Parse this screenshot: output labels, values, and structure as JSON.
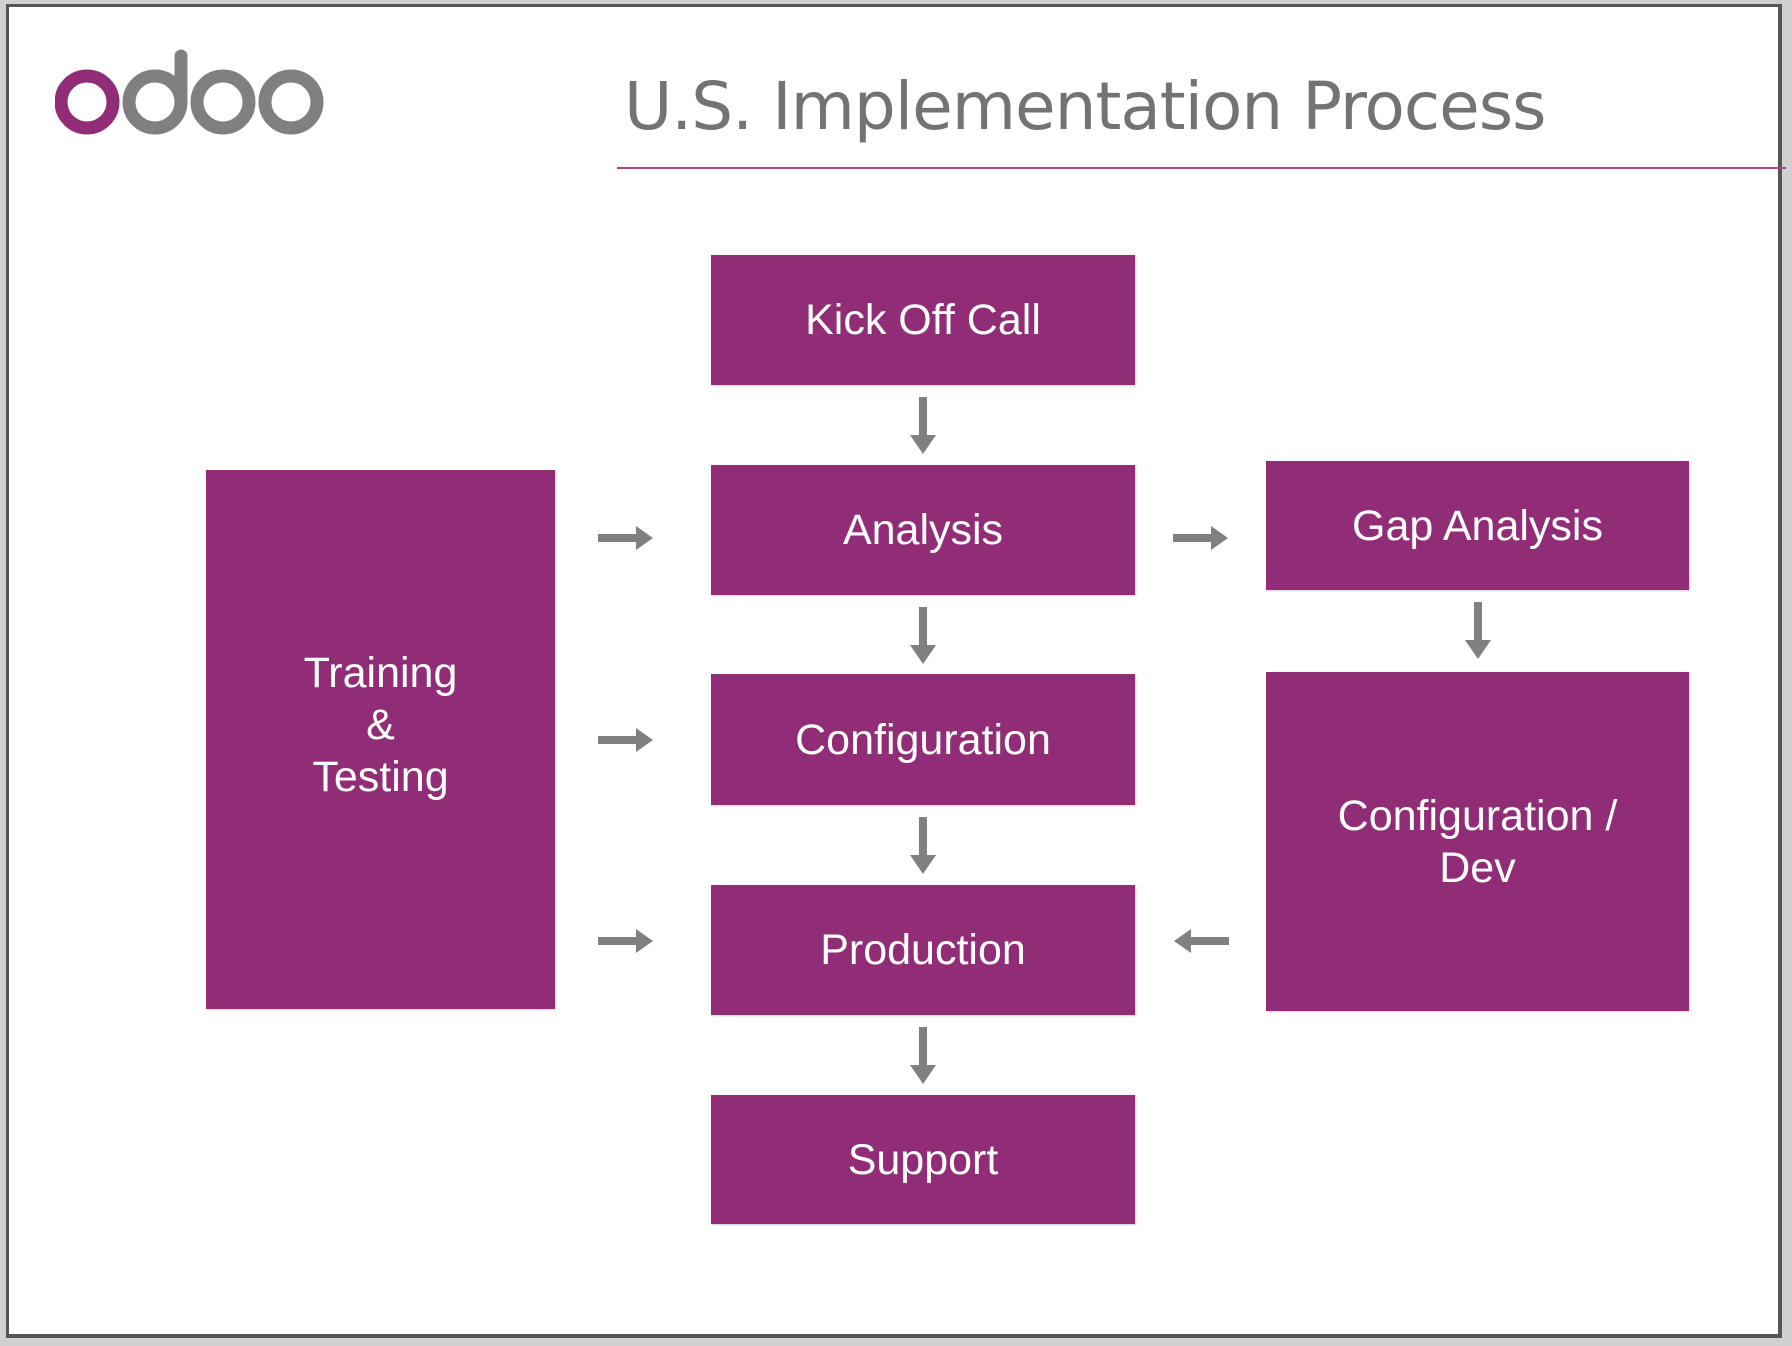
{
  "logo_text": "odoo",
  "title": "U.S. Implementation Process",
  "colors": {
    "box": "#912d76",
    "arrow": "#808080",
    "logo_accent": "#912d76",
    "logo_gray": "#808080"
  },
  "boxes": {
    "kickoff": "Kick Off Call",
    "analysis": "Analysis",
    "configuration": "Configuration",
    "production": "Production",
    "support": "Support",
    "training_line1": "Training",
    "training_line2": "&",
    "training_line3": "Testing",
    "gap": "Gap Analysis",
    "configdev_line1": "Configuration /",
    "configdev_line2": "Dev"
  }
}
